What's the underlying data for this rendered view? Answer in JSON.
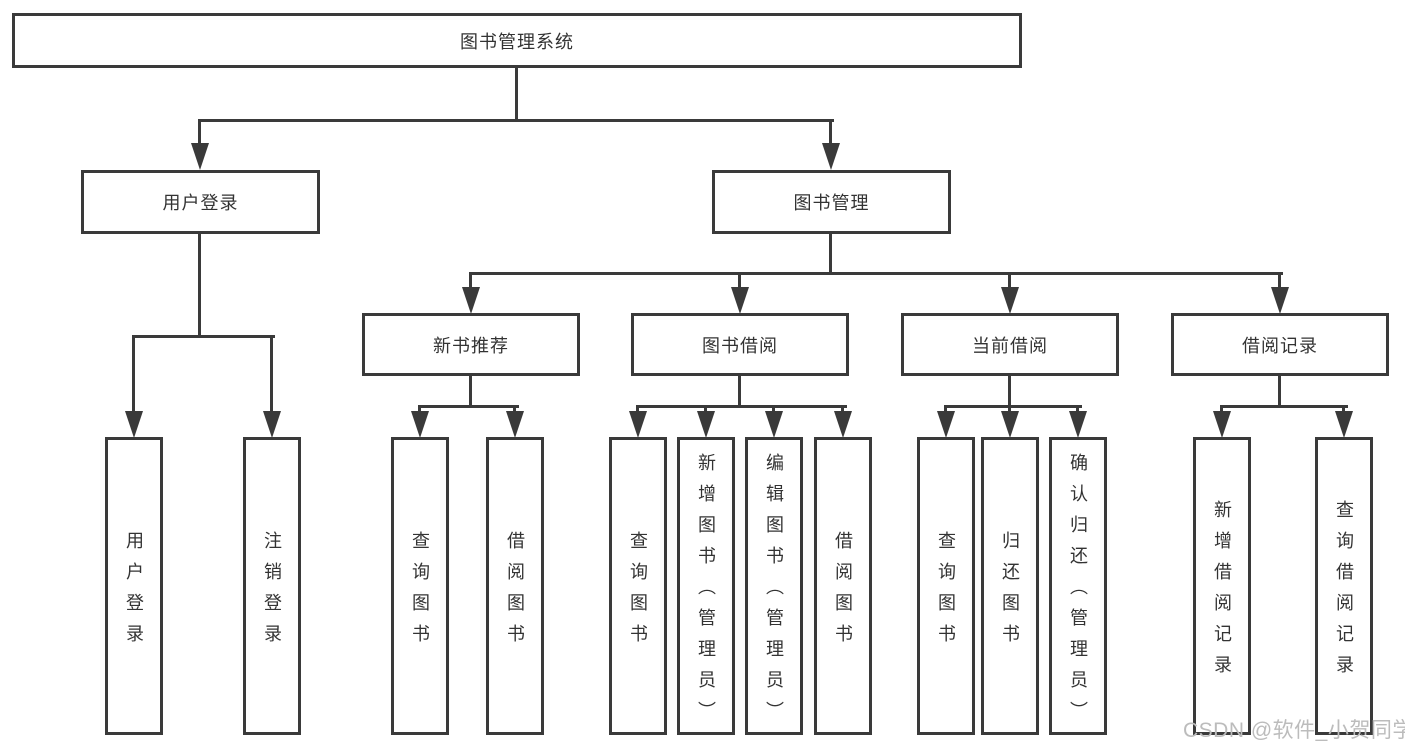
{
  "colors": {
    "line": "#3a3a3a",
    "text": "#333333",
    "background": "#ffffff",
    "watermark": "#bcbcbc"
  },
  "tree": {
    "root_label": "图书管理系统",
    "branches": [
      {
        "label": "用户登录",
        "leaves": [
          {
            "label": "用户登录"
          },
          {
            "label": "注销登录"
          }
        ]
      },
      {
        "label": "图书管理",
        "groups": [
          {
            "label": "新书推荐",
            "leaves": [
              {
                "label": "查询图书"
              },
              {
                "label": "借阅图书"
              }
            ]
          },
          {
            "label": "图书借阅",
            "leaves": [
              {
                "label": "查询图书"
              },
              {
                "label": "新增图书（管理员）"
              },
              {
                "label": "编辑图书（管理员）"
              },
              {
                "label": "借阅图书"
              }
            ]
          },
          {
            "label": "当前借阅",
            "leaves": [
              {
                "label": "查询图书"
              },
              {
                "label": "归还图书"
              },
              {
                "label": "确认归还（管理员）"
              }
            ]
          },
          {
            "label": "借阅记录",
            "leaves": [
              {
                "label": "新增借阅记录"
              },
              {
                "label": "查询借阅记录"
              }
            ]
          }
        ]
      }
    ]
  },
  "watermark": {
    "text": "CSDN @软件_小贺同学"
  }
}
